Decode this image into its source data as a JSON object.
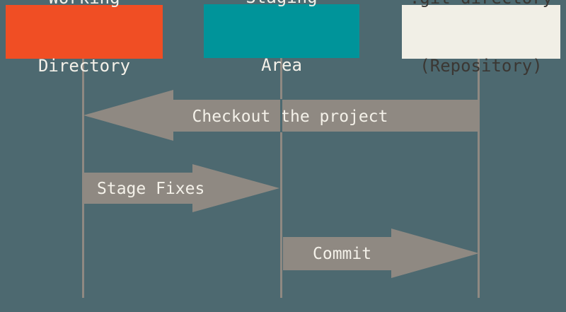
{
  "columns": [
    {
      "id": "working-directory",
      "label_line1": "Working",
      "label_line2": "Directory",
      "fill": "#F04E24",
      "text_color": "#F4F1E9"
    },
    {
      "id": "staging-area",
      "label_line1": "Staging",
      "label_line2": "Area",
      "fill": "#00949A",
      "text_color": "#F4F1E9"
    },
    {
      "id": "git-directory",
      "label_line1": ".git directory",
      "label_line2": "(Repository)",
      "fill": "#F1EFE6",
      "text_color": "#3B3733"
    }
  ],
  "arrows": [
    {
      "id": "checkout",
      "label": "Checkout the project",
      "direction": "left",
      "from": "git-directory",
      "to": "working-directory"
    },
    {
      "id": "stage-fixes",
      "label": "Stage Fixes",
      "direction": "right",
      "from": "working-directory",
      "to": "staging-area"
    },
    {
      "id": "commit",
      "label": "Commit",
      "direction": "right",
      "from": "staging-area",
      "to": "git-directory"
    }
  ],
  "colors": {
    "background": "#4D6970",
    "arrow_fill": "#8F8982",
    "lifeline": "#8F8982",
    "arrow_text": "#F4F1E9"
  }
}
